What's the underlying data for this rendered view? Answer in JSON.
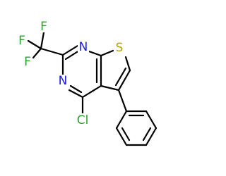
{
  "atoms": {
    "f_top": {
      "symbol": "F",
      "color": "#2aa32a"
    },
    "f_left": {
      "symbol": "F",
      "color": "#2aa32a"
    },
    "f_bottom": {
      "symbol": "F",
      "color": "#2aa32a"
    },
    "n_top": {
      "symbol": "N",
      "color": "#1a1ae6"
    },
    "n_bottom": {
      "symbol": "N",
      "color": "#1a1ae6"
    },
    "s": {
      "symbol": "S",
      "color": "#b8a200"
    },
    "cl": {
      "symbol": "Cl",
      "color": "#2aa32a"
    }
  }
}
